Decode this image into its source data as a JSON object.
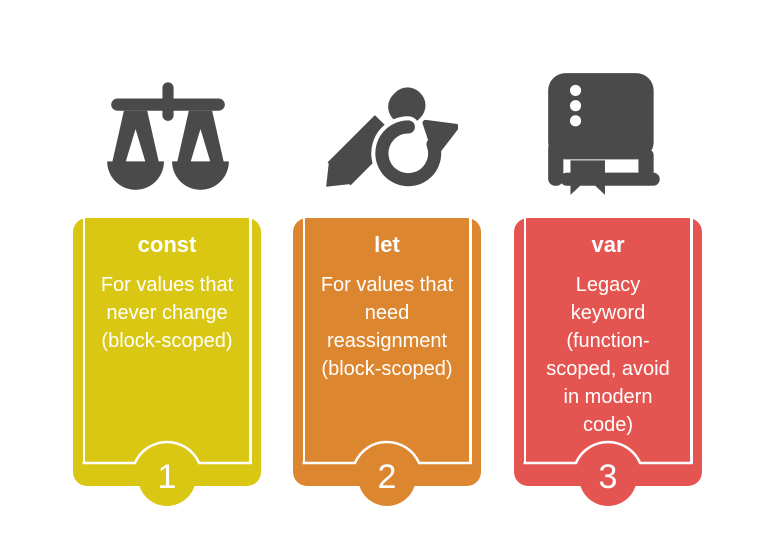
{
  "colors": {
    "icon": "#4a4a4a",
    "bg": "#ffffff",
    "card_text": "#ffffff"
  },
  "cards": [
    {
      "keyword": "const",
      "description": "For values that\nnever change\n(block-scoped)",
      "number": "1",
      "color": "#d9c714",
      "icon": "balance-scale-icon"
    },
    {
      "keyword": "let",
      "description": "For values that\nneed\nreassignment\n(block-scoped)",
      "number": "2",
      "color": "#dd8630",
      "icon": "pencil-refresh-icon"
    },
    {
      "keyword": "var",
      "description": "Legacy\nkeyword\n(function-\nscoped, avoid\nin modern\ncode)",
      "number": "3",
      "color": "#e45551",
      "icon": "book-icon"
    }
  ]
}
